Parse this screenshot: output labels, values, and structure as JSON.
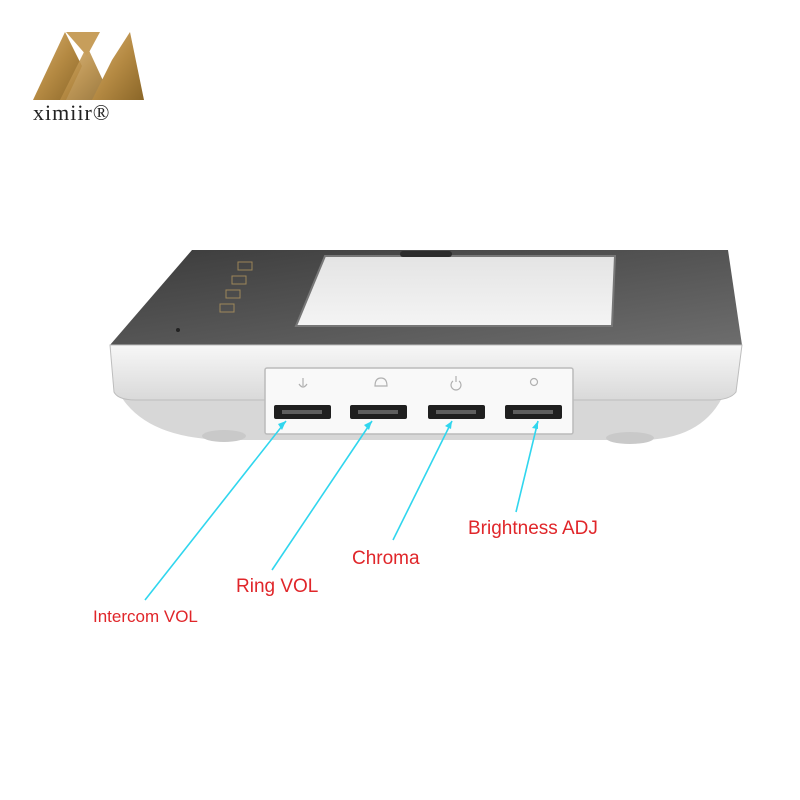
{
  "brand": {
    "name": "ximiir®",
    "logo_color": "#b58a43"
  },
  "callouts": [
    {
      "id": "intercom",
      "label": "Intercom VOL"
    },
    {
      "id": "ring",
      "label": "Ring VOL"
    },
    {
      "id": "chroma",
      "label": "Chroma"
    },
    {
      "id": "brightness",
      "label": "Brightness ADJ"
    }
  ],
  "colors": {
    "label": "#e0262a",
    "leader_line": "#30d6ee",
    "device_body": "#ececec",
    "screen_frame": "#5a5a5a"
  },
  "device": {
    "controls": [
      "talk-icon",
      "bell-icon",
      "power-icon",
      "sun-icon"
    ]
  }
}
